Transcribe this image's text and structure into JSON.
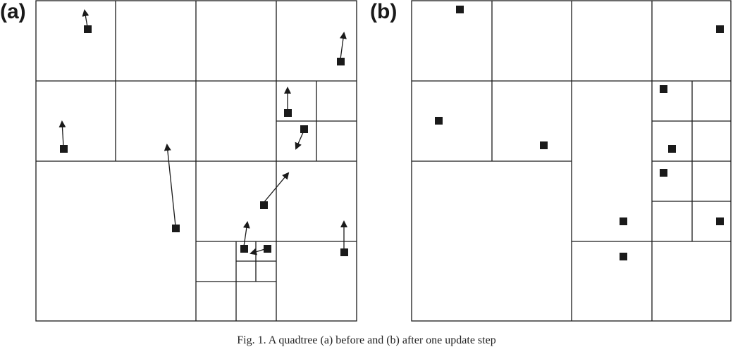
{
  "panels": {
    "a": {
      "label": "(a)"
    },
    "b": {
      "label": "(b)"
    }
  },
  "caption": "Fig. 1. A quadtree (a) before and (b) after one update step",
  "colors": {
    "line": "#1a1a1a",
    "marker": "#1a1a1a",
    "background": "#ffffff"
  },
  "marker_shape": "filled-square",
  "arrow_style": "line-with-arrowhead"
}
